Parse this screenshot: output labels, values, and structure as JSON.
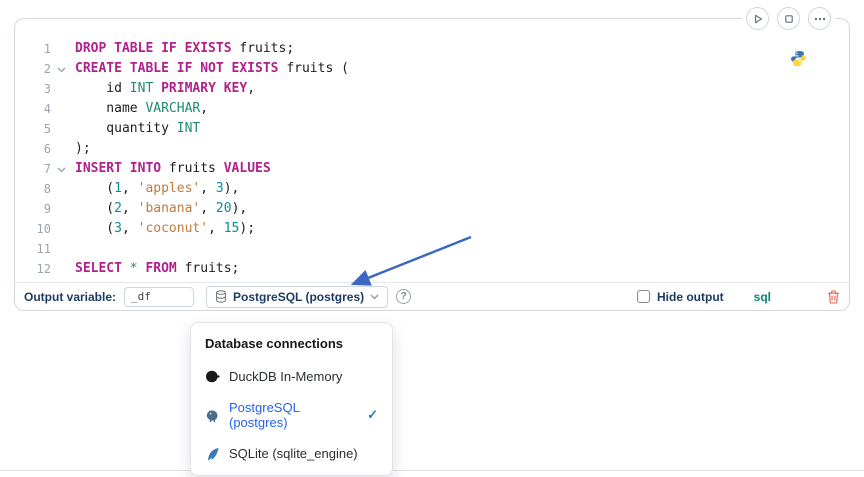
{
  "cell": {
    "controls": {
      "run": "run",
      "interrupt": "interrupt",
      "more": "more actions"
    }
  },
  "code": {
    "lines": [
      {
        "num": 1,
        "tokens": [
          [
            "kw",
            "DROP TABLE IF EXISTS"
          ],
          [
            "",
            " fruits;"
          ]
        ]
      },
      {
        "num": 2,
        "fold": true,
        "tokens": [
          [
            "kw",
            "CREATE TABLE IF NOT EXISTS"
          ],
          [
            "",
            " fruits ("
          ]
        ]
      },
      {
        "num": 3,
        "tokens": [
          [
            "",
            "    id "
          ],
          [
            "type",
            "INT"
          ],
          [
            "",
            " "
          ],
          [
            "kw",
            "PRIMARY KEY"
          ],
          [
            "",
            ","
          ]
        ]
      },
      {
        "num": 4,
        "tokens": [
          [
            "",
            "    name "
          ],
          [
            "type",
            "VARCHAR"
          ],
          [
            "",
            ","
          ]
        ]
      },
      {
        "num": 5,
        "tokens": [
          [
            "",
            "    quantity "
          ],
          [
            "type",
            "INT"
          ]
        ]
      },
      {
        "num": 6,
        "tokens": [
          [
            "",
            ");"
          ]
        ]
      },
      {
        "num": 7,
        "fold": true,
        "tokens": [
          [
            "kw",
            "INSERT INTO"
          ],
          [
            "",
            " fruits "
          ],
          [
            "kw",
            "VALUES"
          ]
        ]
      },
      {
        "num": 8,
        "tokens": [
          [
            "",
            "    ("
          ],
          [
            "num",
            "1"
          ],
          [
            "",
            ", "
          ],
          [
            "str",
            "'apples'"
          ],
          [
            "",
            ", "
          ],
          [
            "num",
            "3"
          ],
          [
            "",
            "),"
          ]
        ]
      },
      {
        "num": 9,
        "tokens": [
          [
            "",
            "    ("
          ],
          [
            "num",
            "2"
          ],
          [
            "",
            ", "
          ],
          [
            "str",
            "'banana'"
          ],
          [
            "",
            ", "
          ],
          [
            "num",
            "20"
          ],
          [
            "",
            "),"
          ]
        ]
      },
      {
        "num": 10,
        "tokens": [
          [
            "",
            "    ("
          ],
          [
            "num",
            "3"
          ],
          [
            "",
            ", "
          ],
          [
            "str",
            "'coconut'"
          ],
          [
            "",
            ", "
          ],
          [
            "num",
            "15"
          ],
          [
            "",
            ");"
          ]
        ]
      },
      {
        "num": 11,
        "tokens": []
      },
      {
        "num": 12,
        "tokens": [
          [
            "kw",
            "SELECT"
          ],
          [
            "",
            " "
          ],
          [
            "op",
            "*"
          ],
          [
            "",
            " "
          ],
          [
            "kw",
            "FROM"
          ],
          [
            "",
            " fruits;"
          ]
        ]
      }
    ]
  },
  "toolbar": {
    "output_variable_label": "Output variable:",
    "output_variable_value": "_df",
    "connection_selected": "PostgreSQL (postgres)",
    "help_glyph": "?",
    "hide_output_label": "Hide output",
    "language_badge": "sql"
  },
  "menu": {
    "title": "Database connections",
    "check_glyph": "✓",
    "items": [
      {
        "label": "DuckDB In-Memory",
        "icon": "duckdb-icon",
        "selected": false
      },
      {
        "label": "PostgreSQL (postgres)",
        "icon": "postgres-icon",
        "selected": true
      },
      {
        "label": "SQLite (sqlite_engine)",
        "icon": "sqlite-icon",
        "selected": false
      }
    ]
  },
  "icons": {
    "run": "play-icon",
    "interrupt": "stop-icon",
    "more": "ellipsis-icon",
    "language_logo": "python-icon",
    "connection_button": "database-icon",
    "connection_chevron": "chevron-down-icon",
    "help": "question-circle-icon",
    "delete": "trash-icon",
    "selected_item": "check-icon",
    "gutter_fold": "fold-chevron-icon"
  },
  "colors": {
    "keyword": "#b0218c",
    "type": "#1f8a70",
    "number": "#0e8a96",
    "string": "#c07b3a",
    "toolbar_text": "#1e3a5f",
    "language_badge": "#11807a",
    "selected_item": "#2563eb",
    "trash": "#e4604e",
    "annotation_arrow": "#3a66c4"
  }
}
